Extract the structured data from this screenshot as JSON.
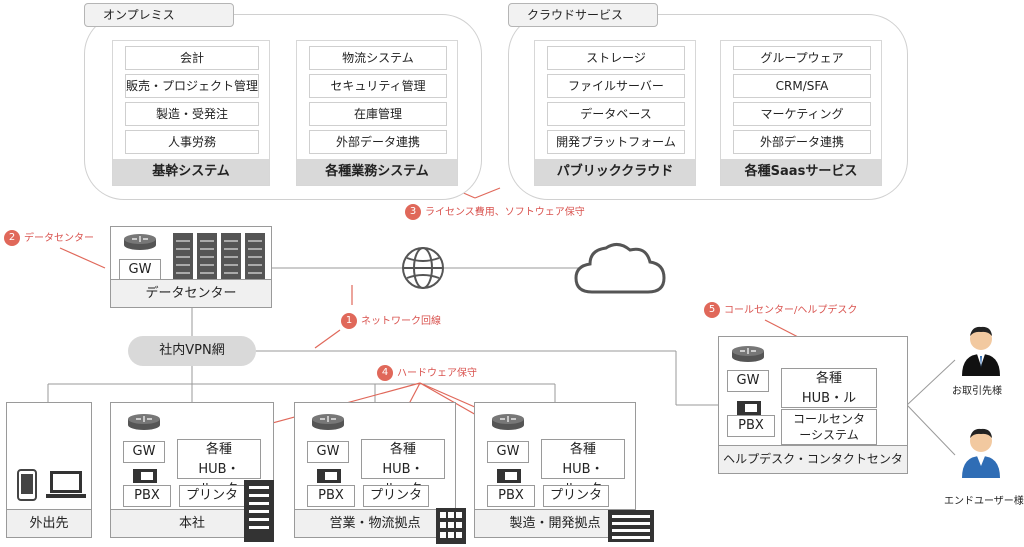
{
  "onpremise": {
    "tab": "オンプレミス",
    "kikan": {
      "items": [
        "会計",
        "販売・プロジェクト管理",
        "製造・受発注",
        "人事労務"
      ],
      "footer": "基幹システム"
    },
    "gyomu": {
      "items": [
        "物流システム",
        "セキュリティ管理",
        "在庫管理",
        "外部データ連携"
      ],
      "footer": "各種業務システム"
    }
  },
  "cloud_services": {
    "tab": "クラウドサービス",
    "public": {
      "items": [
        "ストレージ",
        "ファイルサーバー",
        "データベース",
        "開発プラットフォーム"
      ],
      "footer": "パブリッククラウド"
    },
    "saas": {
      "items": [
        "グループウェア",
        "CRM/SFA",
        "マーケティング",
        "外部データ連携"
      ],
      "footer": "各種Saasサービス"
    }
  },
  "notes": {
    "n1": {
      "num": "1",
      "text": "ネットワーク回線"
    },
    "n2": {
      "num": "2",
      "text": "データセンター"
    },
    "n3": {
      "num": "3",
      "text": "ライセンス費用、ソフトウェア保守"
    },
    "n4": {
      "num": "4",
      "text": "ハードウェア保守"
    },
    "n5": {
      "num": "5",
      "text": "コールセンター/ヘルプデスク"
    }
  },
  "datacenter": {
    "gw": "GW",
    "footer": "データセンター"
  },
  "vpn": "社内VPN網",
  "sites": {
    "outside": {
      "footer": "外出先"
    },
    "honsha": {
      "gw": "GW",
      "hub": "各種HUB・ルータ",
      "pbx": "PBX",
      "printer": "プリンタ",
      "footer": "本社"
    },
    "eigyo": {
      "gw": "GW",
      "hub": "各種HUB・ルータ",
      "pbx": "PBX",
      "printer": "プリンタ",
      "footer": "営業・物流拠点"
    },
    "seizo": {
      "gw": "GW",
      "hub": "各種HUB・ルータ",
      "pbx": "PBX",
      "printer": "プリンタ",
      "footer": "製造・開発拠点"
    }
  },
  "helpdesk": {
    "gw": "GW",
    "hub": "各種HUB・ルータ",
    "pbx": "PBX",
    "callcenter": "コールセンターシステム",
    "footer": "ヘルプデスク・コンタクトセンタ"
  },
  "people": {
    "client": "お取引先様",
    "enduser": "エンドユーザー様"
  },
  "colors": {
    "accent": "#e0685a",
    "footer_gray": "#d9d9d9",
    "person_blue": "#2f6db5"
  }
}
